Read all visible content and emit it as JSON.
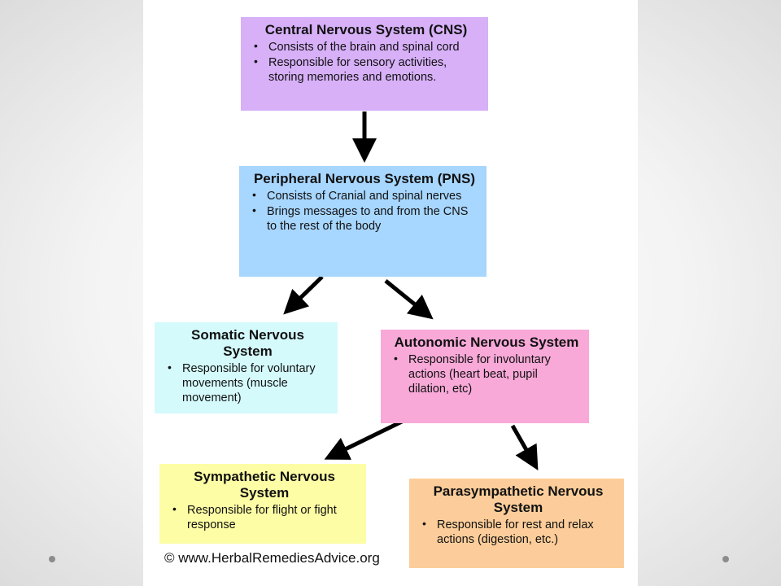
{
  "diagram": {
    "cns": {
      "title": "Central Nervous System (CNS)",
      "bullets": [
        "Consists of the brain and spinal cord",
        "Responsible for sensory activities, storing memories and emotions."
      ]
    },
    "pns": {
      "title": "Peripheral Nervous System (PNS)",
      "bullets": [
        "Consists of Cranial and spinal nerves",
        "Brings messages to and from the CNS to the rest of the body"
      ]
    },
    "somatic": {
      "title": "Somatic Nervous System",
      "bullets": [
        "Responsible for voluntary movements (muscle movement)"
      ]
    },
    "autonomic": {
      "title": "Autonomic Nervous System",
      "bullets": [
        "Responsible for involuntary actions (heart beat, pupil dilation, etc)"
      ]
    },
    "sympathetic": {
      "title": "Sympathetic Nervous System",
      "bullets": [
        "Responsible for flight or fight response"
      ]
    },
    "parasympathetic": {
      "title": "Parasympathetic Nervous System",
      "bullets": [
        "Responsible for rest and relax actions (digestion, etc.)"
      ]
    },
    "copyright": "© www.HerbalRemediesAdvice.org",
    "colors": {
      "cns": "#d7b0f8",
      "pns": "#a7d6ff",
      "somatic": "#d4fafc",
      "autonomic": "#f8a9d8",
      "sympathetic": "#fdfda5",
      "parasympathetic": "#fccd9a"
    }
  }
}
